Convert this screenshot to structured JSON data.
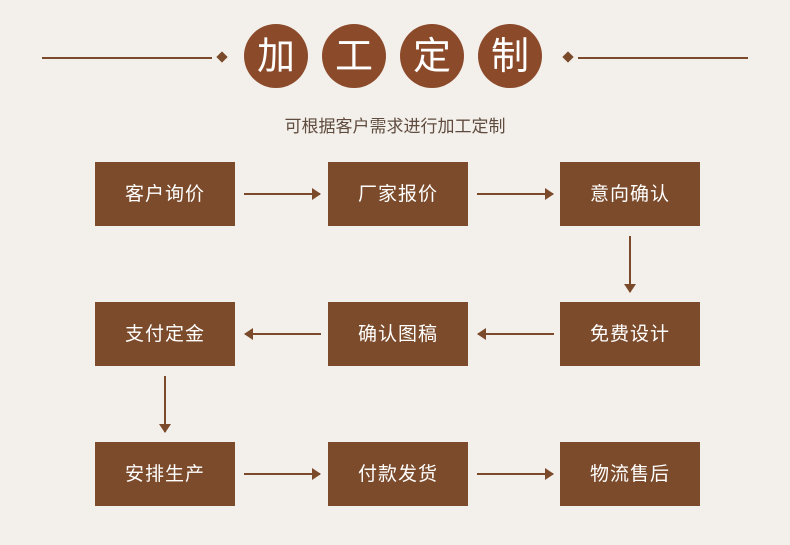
{
  "header": {
    "title_chars": [
      "加",
      "工",
      "定",
      "制"
    ],
    "subtitle": "可根据客户需求进行加工定制"
  },
  "steps": {
    "s1": "客户询价",
    "s2": "厂家报价",
    "s3": "意向确认",
    "s4": "免费设计",
    "s5": "确认图稿",
    "s6": "支付定金",
    "s7": "安排生产",
    "s8": "付款发货",
    "s9": "物流售后"
  },
  "colors": {
    "background": "#f3efeb",
    "box": "#7c4b2b",
    "title_circle": "#8b4a2a",
    "line": "#7b4a2b",
    "subtitle_text": "#5f4c3e"
  }
}
